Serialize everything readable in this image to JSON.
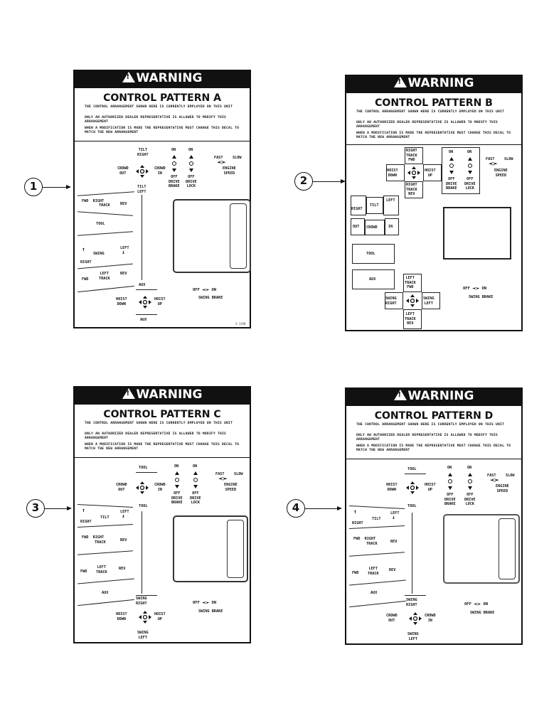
{
  "warning_word": "WARNING",
  "notice_lines": [
    "THE CONTROL ARRANGEMENT SHOWN HERE IS CURRENTLY EMPLOYED ON THIS UNIT",
    "ONLY AN AUTHORIZED DEALER REPRESENTATIVE IS ALLOWED TO MODIFY THIS ARRANGEMENT",
    "WHEN A MODIFICATION IS MADE THE REPRESENTATIVE MUST CHANGE THIS DECAL TO MATCH THE NEW ARRANGEMENT"
  ],
  "callouts": [
    "1",
    "2",
    "3",
    "4"
  ],
  "panels": {
    "a": {
      "title": "CONTROL PATTERN A",
      "crowd_out": "CROWD\nOUT",
      "crowd_in": "CROWD\nIN",
      "top_label": "TILT\nRIGHT",
      "bottom_label": "TILT\nLEFT",
      "on1": "ON",
      "on2": "ON",
      "off_drive_brake": "OFF\nDRIVE\nBRAKE",
      "off_drive_lock": "OFF\nDRIVE\nLOCK",
      "fast": "FAST",
      "slow": "SLOW",
      "engine_speed": "ENGINE\nSPEED",
      "fwd_right": "FWD  RIGHT",
      "right_track": "TRACK",
      "rev_right": "REV",
      "tool": "TOOL",
      "right_swing": "RIGHT",
      "swing": "SWING",
      "left_swing": "LEFT",
      "fwd_left": "FWD",
      "left_track": "LEFT\nTRACK",
      "rev_left": "REV",
      "aux_top": "AUX",
      "hoist_down": "HOIST\nDOWN",
      "hoist_up": "HOIST\nUP",
      "aux_bottom": "AUX",
      "swing_brake_toggle": "OFF ◄○► ON",
      "swing_brake": "SWING BRAKE",
      "code": "S-1198"
    },
    "b": {
      "title": "CONTROL PATTERN B",
      "right_track_fwd": "RIGHT\nTRACK\nFWD",
      "hoist_down": "HOIST\nDOWN",
      "hoist_up": "HOIST\nUP",
      "right_track_rev": "RIGHT\nTRACK\nREV",
      "on1": "ON",
      "on2": "ON",
      "off_drive_brake": "OFF\nDRIVE\nBRAKE",
      "off_drive_lock": "OFF\nDRIVE\nLOCK",
      "fast": "FAST",
      "slow": "SLOW",
      "engine_speed": "ENGINE\nSPEED",
      "right": "RIGHT",
      "tilt": "TILT",
      "left": "LEFT",
      "out": "OUT",
      "crowd": "CROWD",
      "in": "IN",
      "tool": "TOOL",
      "aux": "AUX",
      "left_track_fwd": "LEFT\nTRACK\nFWD",
      "swing_right": "SWING\nRIGHT",
      "swing_left": "SWING\nLEFT",
      "left_track_rev": "LEFT\nTRACK\nREV",
      "swing_brake_toggle": "OFF ◄○► ON",
      "swing_brake": "SWING BRAKE"
    },
    "c": {
      "title": "CONTROL PATTERN C",
      "crowd_out": "CROWD\nOUT",
      "crowd_in": "CROWD\nIN",
      "top_label": "TOOL",
      "bottom_label": "TOOL",
      "on1": "ON",
      "on2": "ON",
      "off_drive_brake": "OFF\nDRIVE\nBRAKE",
      "off_drive_lock": "OFF\nDRIVE\nLOCK",
      "fast": "FAST",
      "slow": "SLOW",
      "engine_speed": "ENGINE\nSPEED",
      "right": "RIGHT",
      "tilt": "TILT",
      "left": "LEFT",
      "fwd_right": "FWD  RIGHT",
      "right_track": "TRACK",
      "rev_right": "REV",
      "fwd_left": "FWD",
      "left_track": "LEFT\nTRACK",
      "rev_left": "REV",
      "aux": "AUX",
      "swing_right": "SWING\nRIGHT",
      "hoist_down": "HOIST\nDOWN",
      "hoist_up": "HOIST\nUP",
      "swing_left": "SWING\nLEFT",
      "swing_brake_toggle": "OFF ◄○► ON",
      "swing_brake": "SWING BRAKE"
    },
    "d": {
      "title": "CONTROL PATTERN D",
      "hoist_down": "HOIST\nDOWN",
      "hoist_up": "HOIST\nUP",
      "top_label": "TOOL",
      "bottom_label": "TOOL",
      "on1": "ON",
      "on2": "ON",
      "off_drive_brake": "OFF\nDRIVE\nBRAKE",
      "off_drive_lock": "OFF\nDRIVE\nLOCK",
      "fast": "FAST",
      "slow": "SLOW",
      "engine_speed": "ENGINE\nSPEED",
      "right": "RIGHT",
      "tilt": "TILT",
      "left": "LEFT",
      "fwd_right": "FWD  RIGHT",
      "right_track": "TRACK",
      "rev_right": "REV",
      "fwd_left": "FWD",
      "left_track": "LEFT\nTRACK",
      "rev_left": "REV",
      "aux": "AUX",
      "swing_right": "SWING\nRIGHT",
      "crowd_out": "CROWD\nOUT",
      "crowd_in": "CROWD\nIN",
      "swing_left": "SWING\nLEFT",
      "swing_brake_toggle": "OFF ◄○► ON",
      "swing_brake": "SWING BRAKE"
    }
  }
}
